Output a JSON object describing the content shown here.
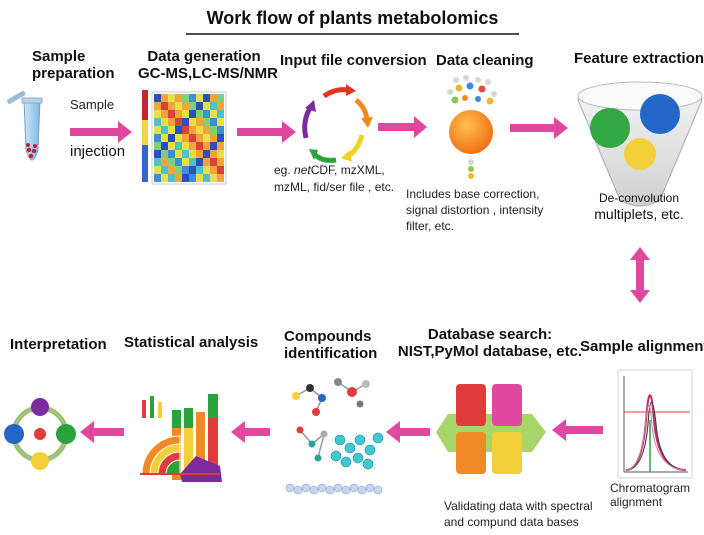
{
  "title": "Work flow of plants metabolomics",
  "steps": {
    "sample_preparation": {
      "title_line1": "Sample",
      "title_line2": "preparation",
      "sub1": "Sample",
      "sub2": "injection"
    },
    "data_generation": {
      "title_line1": "Data generation",
      "title_line2": "GC-MS,LC-MS/NMR"
    },
    "input_file_conversion": {
      "title": "Input file conversion",
      "desc_prefix": "eg. ",
      "desc_italic": "net",
      "desc_rest": "CDF, mzXML,",
      "desc_line2": "mzML, fid/ser file , etc."
    },
    "data_cleaning": {
      "title": "Data cleaning",
      "desc_line1": "Includes  base  correction,",
      "desc_line2": "signal distortion , intensity",
      "desc_line3": "filter, etc."
    },
    "feature_extraction": {
      "title": "Feature extraction",
      "desc_line1": "De-convolution",
      "desc_line2": "multiplets, etc."
    },
    "sample_alignment": {
      "title": "Sample alignment",
      "desc_line1": "Chromatogram",
      "desc_line2": "alignment"
    },
    "database_search": {
      "title_line1": "Database search:",
      "title_line2": "NIST,PyMol database, etc.",
      "desc_line1": "Validating data with spectral",
      "desc_line2": "and compund data bases"
    },
    "compounds_identification": {
      "title_line1": "Compounds",
      "title_line2": "identification"
    },
    "statistical_analysis": {
      "title": "Statistical analysis"
    },
    "interpretation": {
      "title": "Interpretation"
    }
  },
  "colors": {
    "arrow": "#e0479e",
    "title_underline": "#111111"
  }
}
